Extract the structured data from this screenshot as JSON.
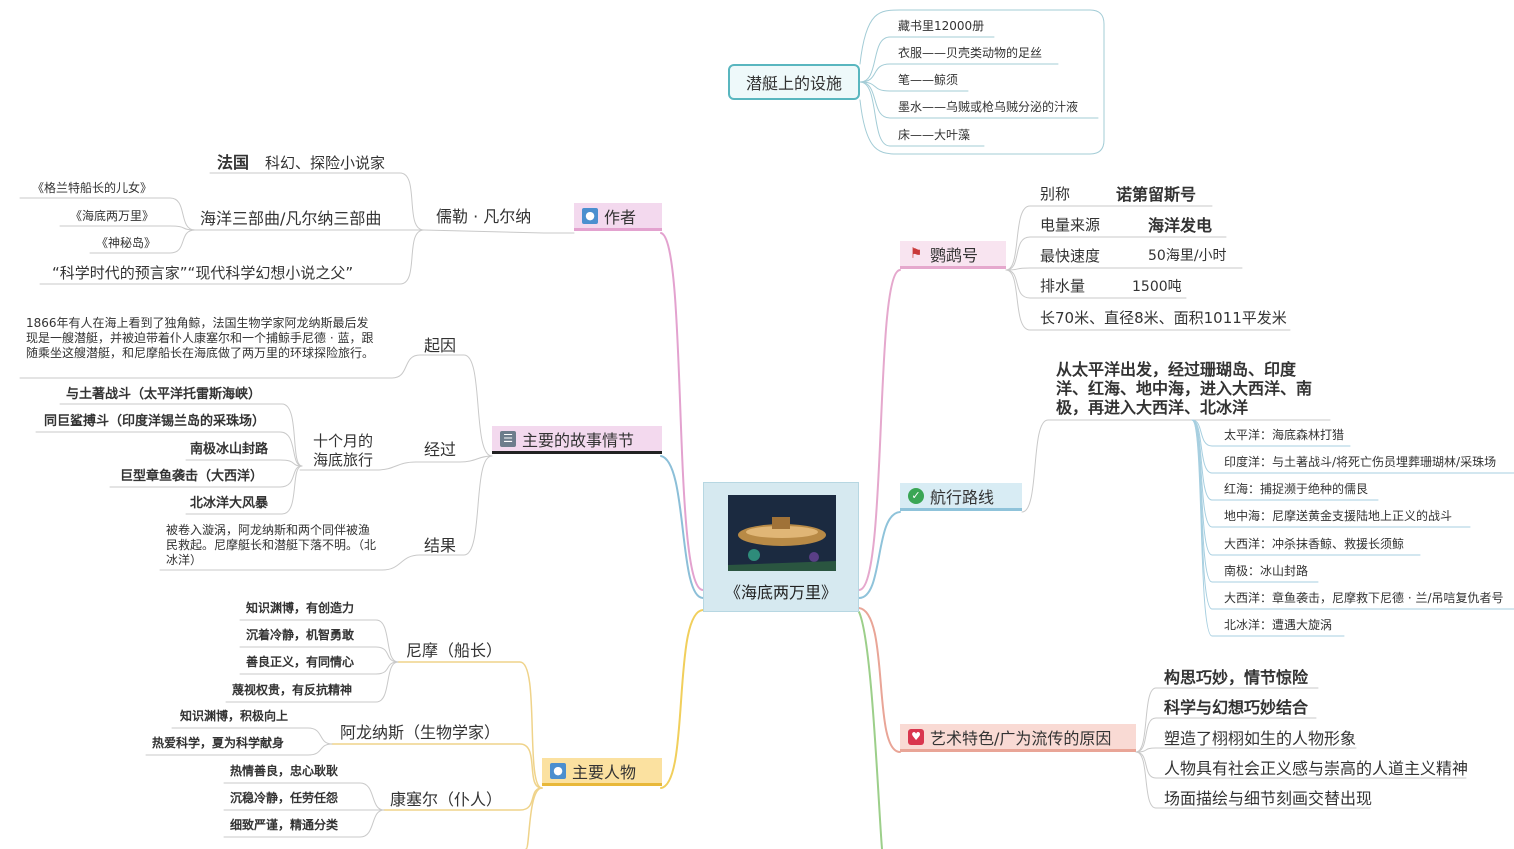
{
  "root": {
    "title": "《海底两万里》"
  },
  "facility": {
    "title": "潜艇上的设施",
    "items": [
      "藏书里12000册",
      "衣服——贝壳类动物的足丝",
      "笔——鲸须",
      "墨水——乌贼或枪乌贼分泌的汁液",
      "床——大叶藻"
    ]
  },
  "author": {
    "title": "作者",
    "name": "儒勒 · 凡尔纳",
    "country": "法国",
    "profession": "科幻、探险小说家",
    "trilogy": "海洋三部曲/凡尔纳三部曲",
    "works": [
      "《格兰特船长的儿女》",
      "《海底两万里》",
      "《神秘岛》"
    ],
    "titles": "“科学时代的预言家”“现代科学幻想小说之父”"
  },
  "nautilus": {
    "title": "鹦鹉号",
    "rows": [
      {
        "label": "别称",
        "value": "诺第留斯号"
      },
      {
        "label": "电量来源",
        "value": "海洋发电"
      },
      {
        "label": "最快速度",
        "value": "50海里/小时"
      },
      {
        "label": "排水量",
        "value": "1500吨"
      }
    ],
    "size": "长70米、直径8米、面积1011平发米"
  },
  "plot": {
    "title": "主要的故事情节",
    "cause_label": "起因",
    "cause": "1866年有人在海上看到了独角鲸，法国生物学家阿龙纳斯最后发现是一艘潜艇，并被迫带着仆人康塞尔和一个捕鲸手尼德 · 蓝，跟随乘坐这艘潜艇，和尼摩船长在海底做了两万里的环球探险旅行。",
    "process_label": "经过",
    "journey_line1": "十个月的",
    "journey_line2": "海底旅行",
    "events": [
      "与土著战斗（太平洋托雷斯海峡）",
      "同巨鲨搏斗（印度洋锡兰岛的采珠场）",
      "南极冰山封路",
      "巨型章鱼袭击（大西洋）",
      "北冰洋大风暴"
    ],
    "result_label": "结果",
    "result": "被卷入漩涡，阿龙纳斯和两个同伴被渔民救起。尼摩艇长和潜艇下落不明。（北冰洋）"
  },
  "route": {
    "title": "航行路线",
    "summary": "从太平洋出发，经过珊瑚岛、印度洋、红海、地中海，进入大西洋、南极，再进入大西洋、北冰洋",
    "stops": [
      "太平洋：海底森林打猎",
      "印度洋：与土著战斗/将死亡伤员埋葬珊瑚林/采珠场",
      "红海：捕捉濒于绝种的儒艮",
      "地中海：尼摩送黄金支援陆地上正义的战斗",
      "大西洋：冲杀抹香鲸、救援长须鲸",
      "南极：冰山封路",
      "大西洋：章鱼袭击，尼摩救下尼德 · 兰/吊唁复仇者号",
      "北冰洋：遭遇大旋涡"
    ]
  },
  "characters": {
    "title": "主要人物",
    "people": [
      {
        "name": "尼摩（船长）",
        "traits": [
          "知识渊博，有创造力",
          "沉着冷静，机智勇敢",
          "善良正义，有同情心",
          "蔑视权贵，有反抗精神"
        ]
      },
      {
        "name": "阿龙纳斯（生物学家）",
        "traits": [
          "知识渊博，积极向上",
          "热爱科学，夏为科学献身"
        ]
      },
      {
        "name": "康塞尔（仆人）",
        "traits": [
          "热情善良，忠心耿耿",
          "沉稳冷静，任劳任怨",
          "细致严谨，精通分类"
        ]
      }
    ]
  },
  "art": {
    "title": "艺术特色/广为流传的原因",
    "items": [
      "构思巧妙，情节惊险",
      "科学与幻想巧妙结合",
      "塑造了栩栩如生的人物形象",
      "人物具有社会正义感与崇高的人道主义精神",
      "场面描绘与细节刻画交替出现"
    ]
  },
  "colors": {
    "author": "#f3d9ee",
    "author_line": "#e3a2cf",
    "plot": "#f3d9ee",
    "plot_line": "#2a2a2a",
    "char": "#fbe1a0",
    "char_line": "#e8b83a",
    "nautilus": "#f8e4f0",
    "nautilus_line": "#e5a8cd",
    "route": "#d8ecf4",
    "route_line": "#8fc3da",
    "art": "#f9dad4",
    "art_line": "#e9a597"
  }
}
